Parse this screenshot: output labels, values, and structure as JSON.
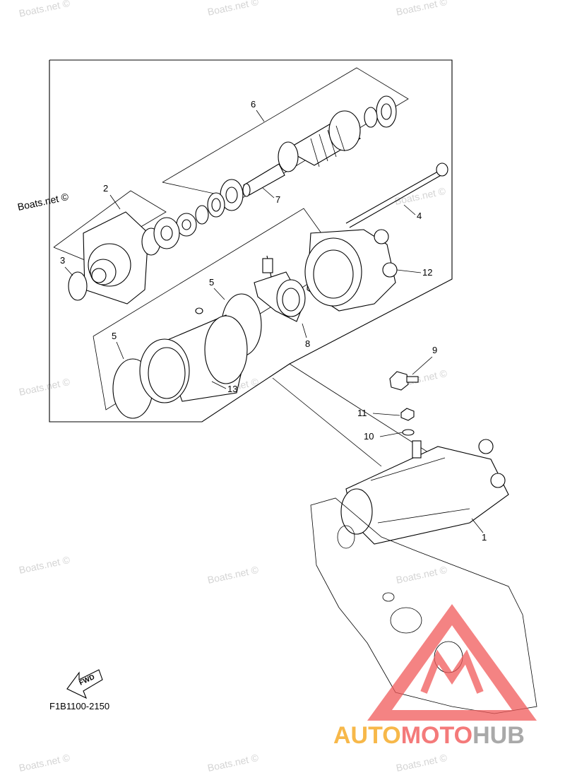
{
  "diagram_code": "F1B1100-2150",
  "watermark_text": "Boats.net ©",
  "fwd_label": "FWD",
  "logo": {
    "part1": "AUTO",
    "part2": "MOTO",
    "part3": "HUB",
    "color_auto": "#f7b84a",
    "color_moto": "#f47a7a",
    "color_hub": "#a9a9a9",
    "triangle_color": "#f05a5a"
  },
  "callouts": [
    "1",
    "2",
    "3",
    "4",
    "5",
    "5",
    "6",
    "7",
    "8",
    "9",
    "10",
    "11",
    "12",
    "13"
  ]
}
